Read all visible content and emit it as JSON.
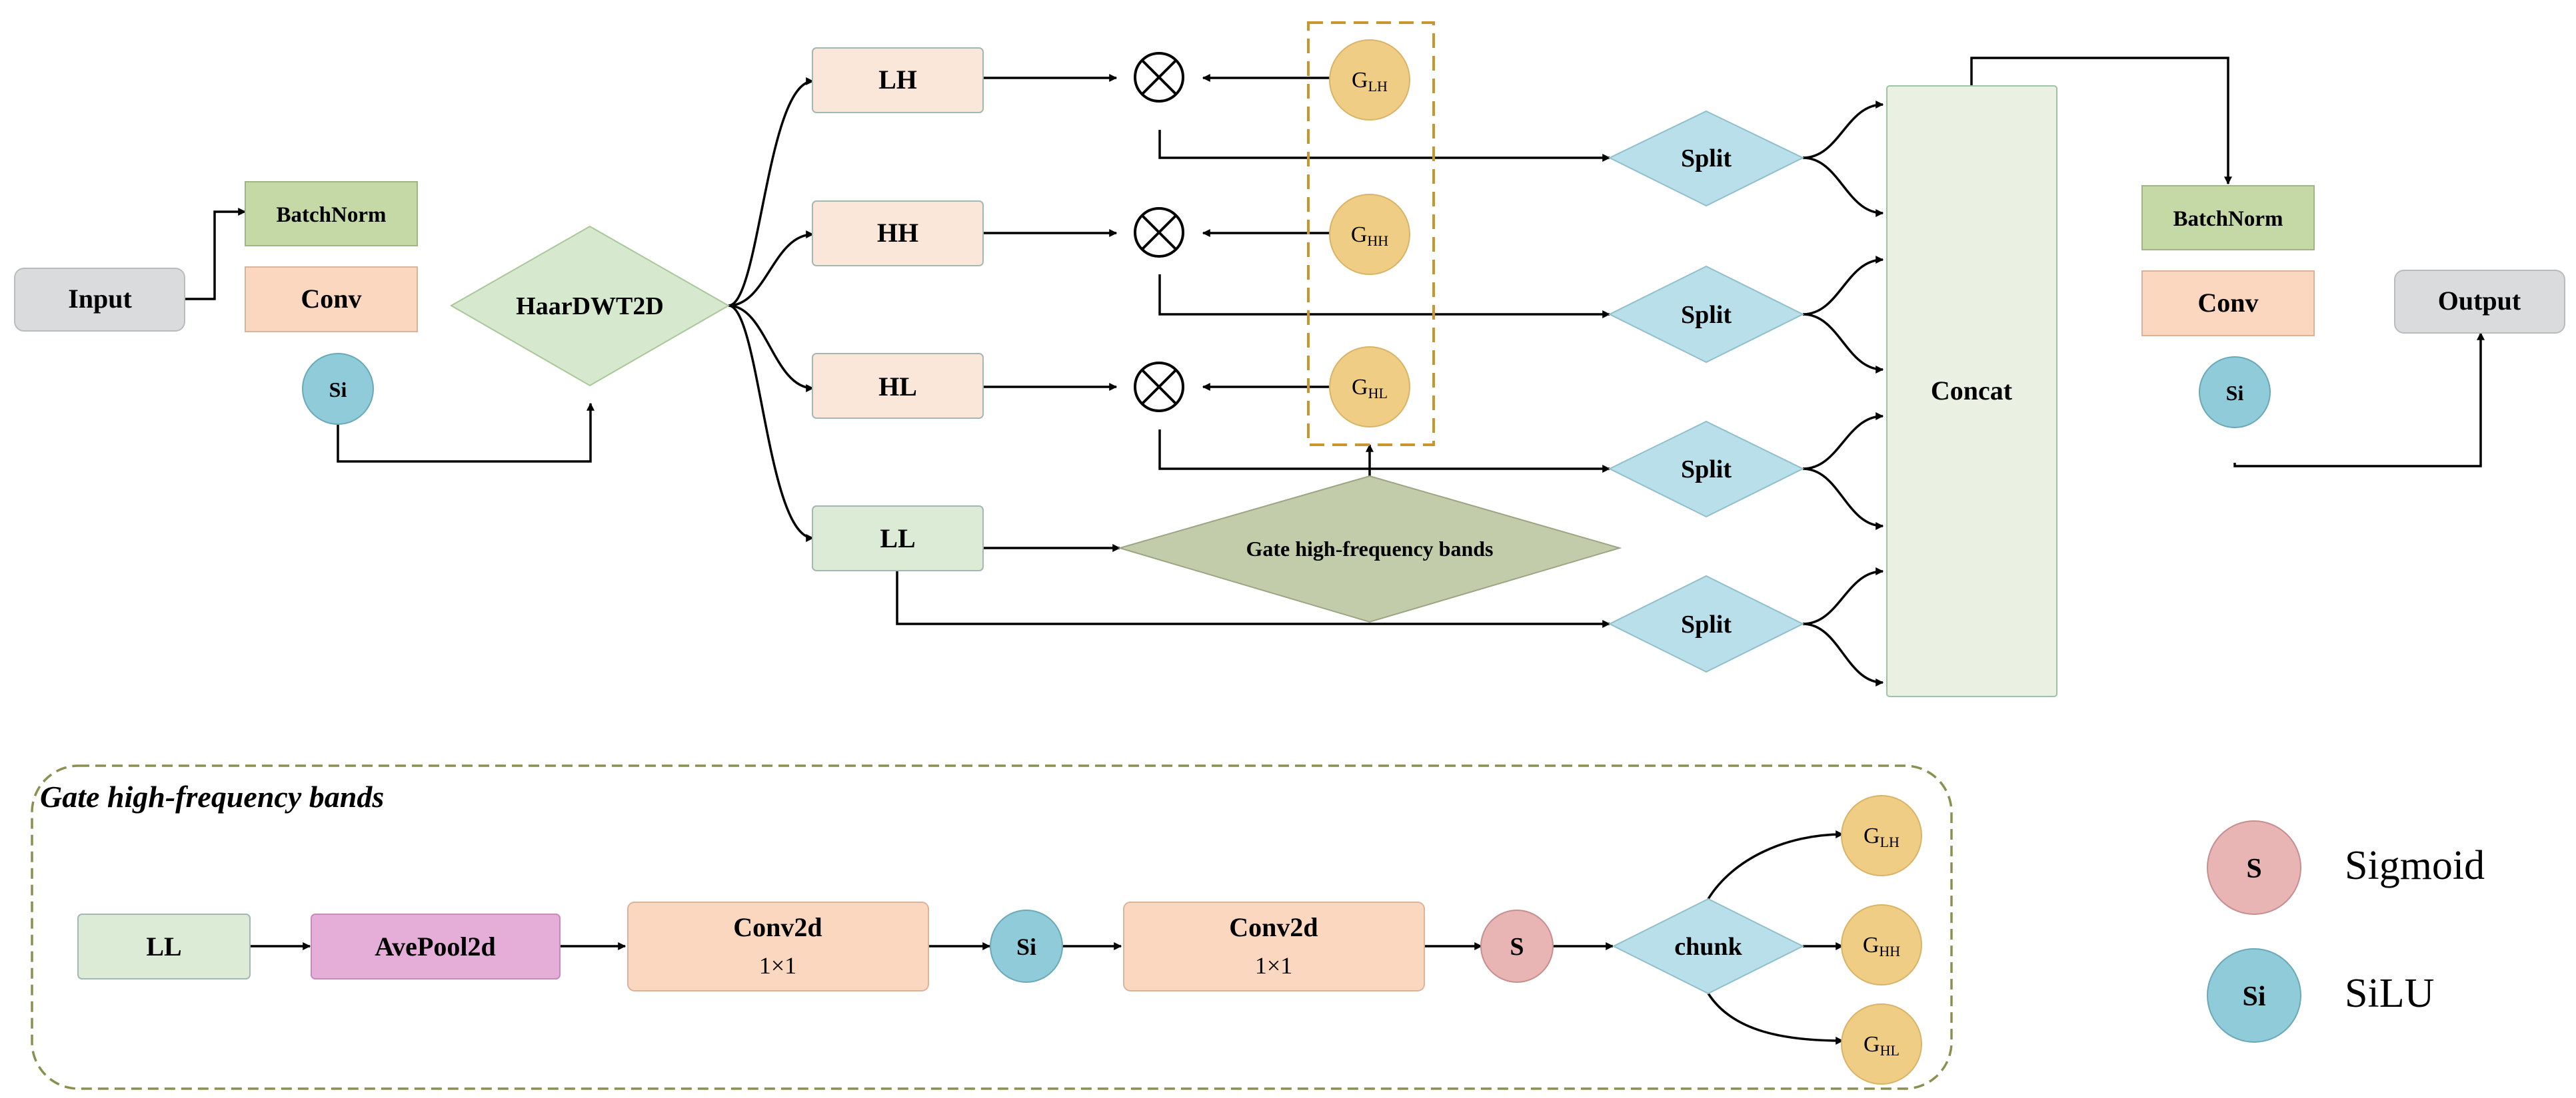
{
  "colors": {
    "gray": "#d9dbdd",
    "green_bn": "#c5d9a6",
    "orange": "#fad7be",
    "peach": "#fbe7d9",
    "light_green": "#dcebd5",
    "diamond_green": "#d6e8cd",
    "blue_node": "#8fcbd8",
    "split_blue": "#b9dfea",
    "gold": "#efcd85",
    "gate_green": "#c2ccaa",
    "concat_green": "#ebf1e2",
    "pink_sig": "#e8b4b4",
    "purple": "#e4aed9",
    "dash_gold": "#c8962d",
    "dash_olive": "#8b8f4f",
    "edge": "#9aaaa5"
  },
  "top": {
    "input": "Input",
    "batchnorm": "BatchNorm",
    "conv": "Conv",
    "silu": "Si",
    "haar": "HaarDWT2D",
    "bands": {
      "lh": "LH",
      "hh": "HH",
      "hl": "HL",
      "ll": "LL"
    },
    "gates": {
      "lh": {
        "g": "G",
        "sub": "LH"
      },
      "hh": {
        "g": "G",
        "sub": "HH"
      },
      "hl": {
        "g": "G",
        "sub": "HL"
      }
    },
    "multiply": "⊗",
    "gate_diamond": "Gate high-frequency bands",
    "split": "Split",
    "concat": "Concat",
    "out_batchnorm": "BatchNorm",
    "out_conv": "Conv",
    "out_silu": "Si",
    "output": "Output"
  },
  "detail": {
    "title": "Gate high-frequency bands",
    "ll": "LL",
    "avepool": "AvePool2d",
    "conv1": {
      "label": "Conv2d",
      "size": "1×1"
    },
    "silu": "Si",
    "conv2": {
      "label": "Conv2d",
      "size": "1×1"
    },
    "sigmoid": "S",
    "chunk": "chunk",
    "gates": {
      "lh": {
        "g": "G",
        "sub": "LH"
      },
      "hh": {
        "g": "G",
        "sub": "HH"
      },
      "hl": {
        "g": "G",
        "sub": "HL"
      }
    }
  },
  "legend": {
    "s_symbol": "S",
    "s_label": "Sigmoid",
    "si_symbol": "Si",
    "si_label": "SiLU"
  }
}
